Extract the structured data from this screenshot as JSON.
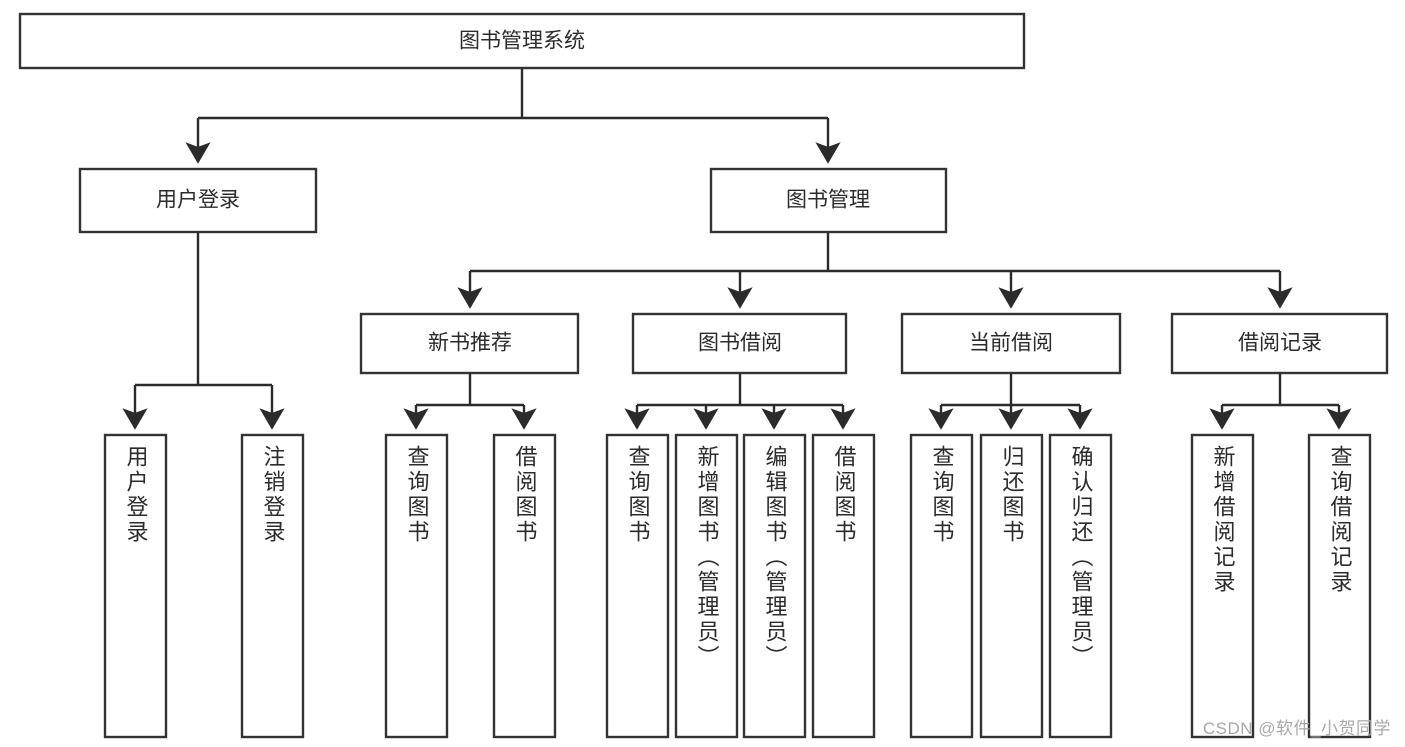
{
  "diagram": {
    "title": "图书管理系统",
    "type": "hierarchy-tree",
    "watermark": "CSDN @软件_小贺同学",
    "colors": {
      "stroke": "#2b2b2b",
      "box_fill": "#ffffff",
      "text": "#2b2b2b",
      "background": "#ffffff",
      "watermark": "#a8a8a8"
    },
    "root": {
      "label": "图书管理系统"
    },
    "level2": [
      {
        "label": "用户登录"
      },
      {
        "label": "图书管理"
      }
    ],
    "level3": [
      {
        "label": "新书推荐"
      },
      {
        "label": "图书借阅"
      },
      {
        "label": "当前借阅"
      },
      {
        "label": "借阅记录"
      }
    ],
    "leaves": {
      "user_login": [
        "用户登录",
        "注销登录"
      ],
      "new_book": [
        "查询图书",
        "借阅图书"
      ],
      "book_borrow": [
        "查询图书",
        "新增图书（管理员）",
        "编辑图书（管理员）",
        "借阅图书"
      ],
      "current_borrow": [
        "查询图书",
        "归还图书",
        "确认归还（管理员）"
      ],
      "borrow_record": [
        "新增借阅记录",
        "查询借阅记录"
      ]
    }
  },
  "chart_data": {
    "type": "diagram",
    "title": "图书管理系统",
    "nodes": [
      {
        "id": "root",
        "label": "图书管理系统",
        "level": 0
      },
      {
        "id": "n-user-login",
        "label": "用户登录",
        "level": 1
      },
      {
        "id": "n-book-manage",
        "label": "图书管理",
        "level": 1
      },
      {
        "id": "n-new-book",
        "label": "新书推荐",
        "level": 2
      },
      {
        "id": "n-book-borrow",
        "label": "图书借阅",
        "level": 2
      },
      {
        "id": "n-current-borrow",
        "label": "当前借阅",
        "level": 2
      },
      {
        "id": "n-borrow-record",
        "label": "借阅记录",
        "level": 2
      },
      {
        "id": "l-user-login",
        "label": "用户登录",
        "level": 3
      },
      {
        "id": "l-logout",
        "label": "注销登录",
        "level": 3
      },
      {
        "id": "l-nb-query",
        "label": "查询图书",
        "level": 3
      },
      {
        "id": "l-nb-borrow",
        "label": "借阅图书",
        "level": 3
      },
      {
        "id": "l-bb-query",
        "label": "查询图书",
        "level": 3
      },
      {
        "id": "l-bb-add",
        "label": "新增图书（管理员）",
        "level": 3
      },
      {
        "id": "l-bb-edit",
        "label": "编辑图书（管理员）",
        "level": 3
      },
      {
        "id": "l-bb-borrow",
        "label": "借阅图书",
        "level": 3
      },
      {
        "id": "l-cb-query",
        "label": "查询图书",
        "level": 3
      },
      {
        "id": "l-cb-return",
        "label": "归还图书",
        "level": 3
      },
      {
        "id": "l-cb-confirm",
        "label": "确认归还（管理员）",
        "level": 3
      },
      {
        "id": "l-br-add",
        "label": "新增借阅记录",
        "level": 3
      },
      {
        "id": "l-br-query",
        "label": "查询借阅记录",
        "level": 3
      }
    ],
    "edges": [
      {
        "from": "root",
        "to": "n-user-login"
      },
      {
        "from": "root",
        "to": "n-book-manage"
      },
      {
        "from": "n-user-login",
        "to": "l-user-login"
      },
      {
        "from": "n-user-login",
        "to": "l-logout"
      },
      {
        "from": "n-book-manage",
        "to": "n-new-book"
      },
      {
        "from": "n-book-manage",
        "to": "n-book-borrow"
      },
      {
        "from": "n-book-manage",
        "to": "n-current-borrow"
      },
      {
        "from": "n-book-manage",
        "to": "n-borrow-record"
      },
      {
        "from": "n-new-book",
        "to": "l-nb-query"
      },
      {
        "from": "n-new-book",
        "to": "l-nb-borrow"
      },
      {
        "from": "n-book-borrow",
        "to": "l-bb-query"
      },
      {
        "from": "n-book-borrow",
        "to": "l-bb-add"
      },
      {
        "from": "n-book-borrow",
        "to": "l-bb-edit"
      },
      {
        "from": "n-book-borrow",
        "to": "l-bb-borrow"
      },
      {
        "from": "n-current-borrow",
        "to": "l-cb-query"
      },
      {
        "from": "n-current-borrow",
        "to": "l-cb-return"
      },
      {
        "from": "n-current-borrow",
        "to": "l-cb-confirm"
      },
      {
        "from": "n-borrow-record",
        "to": "l-br-add"
      },
      {
        "from": "n-borrow-record",
        "to": "l-br-query"
      }
    ]
  }
}
